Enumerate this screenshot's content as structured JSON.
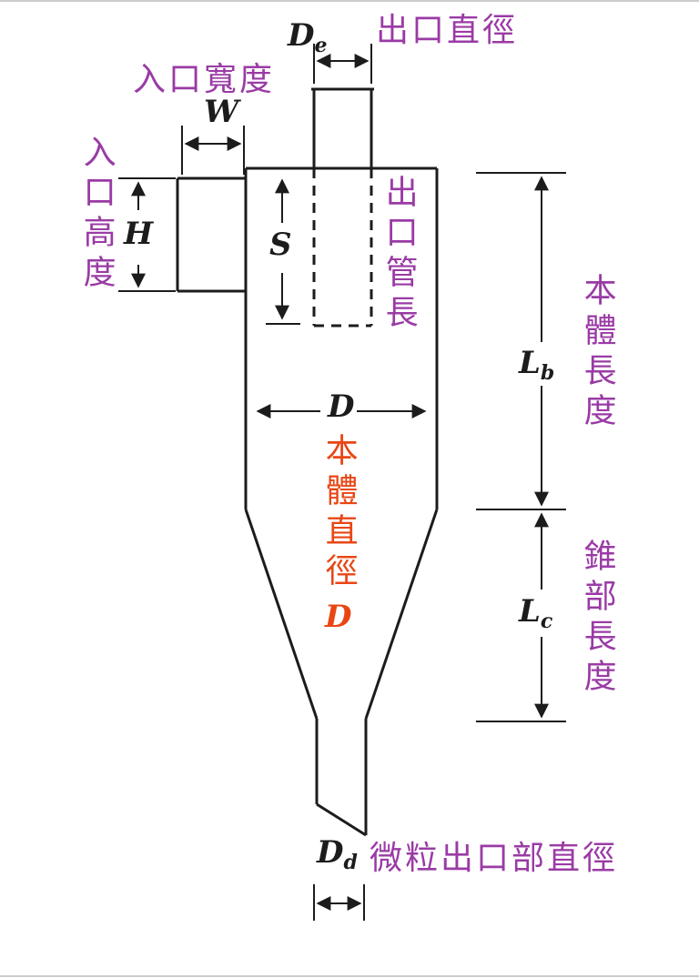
{
  "figure": {
    "kind": "cyclone-separator-dimension-diagram"
  },
  "colors": {
    "line": "#1c1c1c",
    "cjk_label": "#9a3ba5",
    "symbol": "#1c1c1c",
    "body_diameter_red": "#e84715"
  },
  "labels": {
    "outlet_diameter": {
      "sym": "D",
      "sub": "e",
      "name": "出口直徑"
    },
    "inlet_width": {
      "sym": "W",
      "name": "入口寬度"
    },
    "inlet_height": {
      "sym": "H",
      "name": "入口高度"
    },
    "outlet_pipe_length": {
      "sym": "S",
      "name": "出口管長"
    },
    "body_diameter": {
      "sym": "D",
      "name": "本體直徑"
    },
    "body_length": {
      "sym": "L",
      "sub": "b",
      "name": "本體長度"
    },
    "cone_length": {
      "sym": "L",
      "sub": "c",
      "name": "錐部長度"
    },
    "dust_outlet_diameter": {
      "sym": "D",
      "sub": "d",
      "name": "微粒出口部直徑"
    }
  }
}
